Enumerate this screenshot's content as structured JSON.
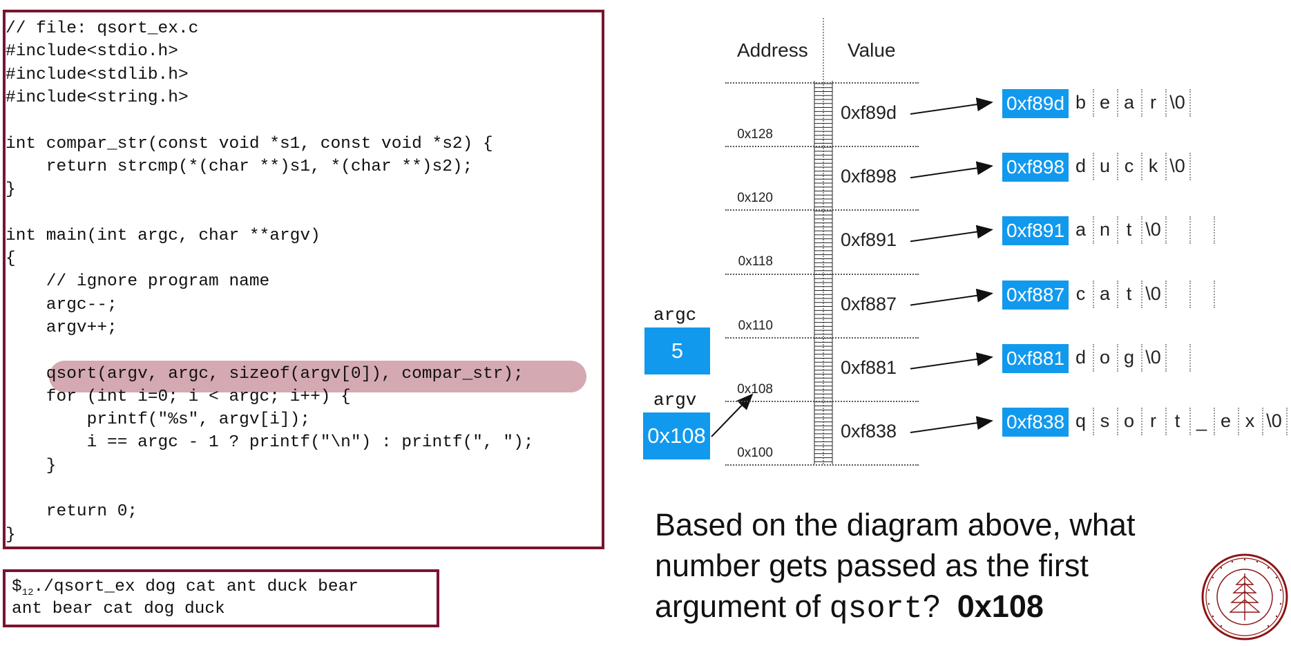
{
  "code": {
    "lines": [
      "// file: qsort_ex.c",
      "#include<stdio.h>",
      "#include<stdlib.h>",
      "#include<string.h>",
      "",
      "int compar_str(const void *s1, const void *s2) {",
      "    return strcmp(*(char **)s1, *(char **)s2);",
      "}",
      "",
      "int main(int argc, char **argv)",
      "{",
      "    // ignore program name",
      "    argc--;",
      "    argv++;",
      "",
      "    qsort(argv, argc, sizeof(argv[0]), compar_str);",
      "    for (int i=0; i < argc; i++) {",
      "        printf(\"%s\", argv[i]);",
      "        i == argc - 1 ? printf(\"\\n\") : printf(\", \");",
      "    }",
      "",
      "    return 0;",
      "}"
    ]
  },
  "terminal": {
    "prompt": "$",
    "subscript": "12",
    "command": "./qsort_ex dog cat ant duck bear",
    "output": "ant bear cat dog duck"
  },
  "diagram": {
    "header_address": "Address",
    "header_value": "Value",
    "addresses": [
      "0x128",
      "0x120",
      "0x118",
      "0x110",
      "0x108",
      "0x100"
    ],
    "values": [
      "0xf89d",
      "0xf898",
      "0xf891",
      "0xf887",
      "0xf881",
      "0xf838"
    ],
    "strings": [
      {
        "addr": "0xf89d",
        "chars": [
          "b",
          "e",
          "a",
          "r",
          "\\0"
        ],
        "empty_cells": 0
      },
      {
        "addr": "0xf898",
        "chars": [
          "d",
          "u",
          "c",
          "k",
          "\\0"
        ],
        "empty_cells": 0
      },
      {
        "addr": "0xf891",
        "chars": [
          "a",
          "n",
          "t",
          "\\0"
        ],
        "empty_cells": 2
      },
      {
        "addr": "0xf887",
        "chars": [
          "c",
          "a",
          "t",
          "\\0"
        ],
        "empty_cells": 2
      },
      {
        "addr": "0xf881",
        "chars": [
          "d",
          "o",
          "g",
          "\\0"
        ],
        "empty_cells": 1
      },
      {
        "addr": "0xf838",
        "chars": [
          "q",
          "s",
          "o",
          "r",
          "t",
          "_",
          "e",
          "x",
          "\\0"
        ],
        "empty_cells": 0
      }
    ],
    "argc_label": "argc",
    "argc_value": "5",
    "argv_label": "argv",
    "argv_value": "0x108",
    "accent_color": "#1199ee"
  },
  "question": {
    "text": "Based on the diagram above, what number gets passed as the first argument of",
    "code": "qsort",
    "end": "?",
    "answer": "0x108"
  },
  "theme": {
    "border_color": "#7a1430",
    "highlight_color": "#d4a9b2"
  }
}
